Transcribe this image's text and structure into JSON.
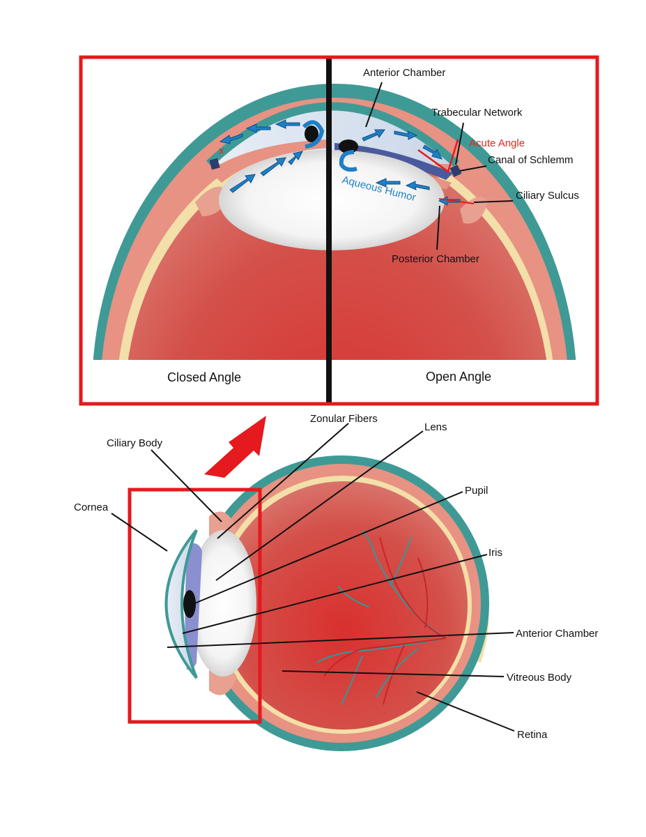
{
  "panel_captions": {
    "closed": "Closed Angle",
    "open": "Open Angle"
  },
  "top_labels": {
    "anterior_chamber": "Anterior Chamber",
    "trabecular_network": "Trabecular Network",
    "acute_angle": "Acute Angle",
    "canal_of_schlemm": "Canal of Schlemm",
    "ciliary_sulcus": "Ciliary Sulcus",
    "posterior_chamber": "Posterior Chamber",
    "aqueous_humor": "Aqueous Humor"
  },
  "bottom_labels": {
    "zonular_fibers": "Zonular Fibers",
    "lens": "Lens",
    "ciliary_body": "Ciliary Body",
    "pupil": "Pupil",
    "cornea": "Cornea",
    "iris": "Iris",
    "anterior_chamber": "Anterior Chamber",
    "vitreous_body": "Vitreous Body",
    "retina": "Retina"
  },
  "colors": {
    "frame_red": "#e5191e",
    "sclera_teal": "#3f9a96",
    "choroid_pink": "#e79283",
    "retina_cream": "#f3dfa9",
    "vitreous_red": "#d3403d",
    "lens_white": "#f4f4f4",
    "iris_blue": "#8a8fd0",
    "flow_blue": "#1f7fc4",
    "label_red": "#e0271e"
  }
}
